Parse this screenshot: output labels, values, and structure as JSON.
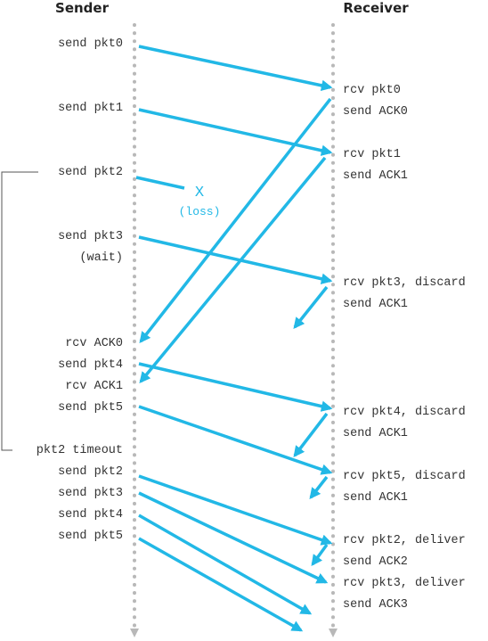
{
  "headers": {
    "sender": "Sender",
    "receiver": "Receiver"
  },
  "sender_labels": [
    "send pkt0",
    "send pkt1",
    "send pkt2",
    "send pkt3",
    "(wait)",
    "rcv ACK0",
    "send pkt4",
    "rcv ACK1",
    "send pkt5",
    "pkt2 timeout",
    "send pkt2",
    "send pkt3",
    "send pkt4",
    "send pkt5"
  ],
  "receiver_labels": [
    "rcv pkt0",
    "send ACK0",
    "rcv pkt1",
    "send ACK1",
    "rcv pkt3, discard",
    "send ACK1",
    "rcv pkt4, discard",
    "send ACK1",
    "rcv pkt5, discard",
    "send ACK1",
    "rcv pkt2, deliver",
    "send ACK2",
    "rcv pkt3, deliver",
    "send ACK3"
  ],
  "loss": {
    "mark": "X",
    "label": "(loss)"
  },
  "colors": {
    "arrow": "#22b8e6",
    "timeline": "#b8b8b8",
    "bracket": "#555555",
    "text": "#333333"
  }
}
